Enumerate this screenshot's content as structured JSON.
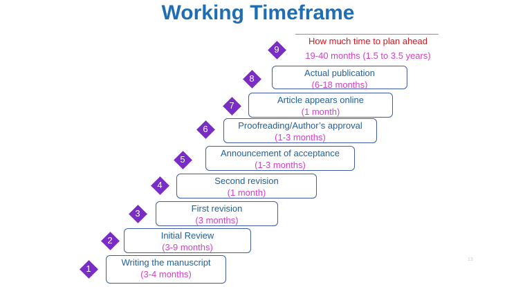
{
  "title": "Working Timeframe",
  "steps": [
    {
      "n": "1",
      "label": "Writing the manuscript",
      "time": "(3-4 months)"
    },
    {
      "n": "2",
      "label": "Initial Review",
      "time": "(3-9 months)"
    },
    {
      "n": "3",
      "label": "First revision",
      "time": "(3 months)"
    },
    {
      "n": "4",
      "label": "Second revision",
      "time": "(1 month)"
    },
    {
      "n": "5",
      "label": "Announcement of acceptance",
      "time": "(1-3 months)"
    },
    {
      "n": "6",
      "label": "Proofreading/Author’s approval",
      "time": "(1-3 months)"
    },
    {
      "n": "7",
      "label": "Article appears online",
      "time": "(1 month)"
    },
    {
      "n": "8",
      "label": "Actual publication",
      "time": "(6-18 months)"
    }
  ],
  "total": {
    "n": "9",
    "label": "How much time to plan ahead",
    "time": "19-40 months (1.5 to 3.5 years)"
  },
  "page_number": "13"
}
